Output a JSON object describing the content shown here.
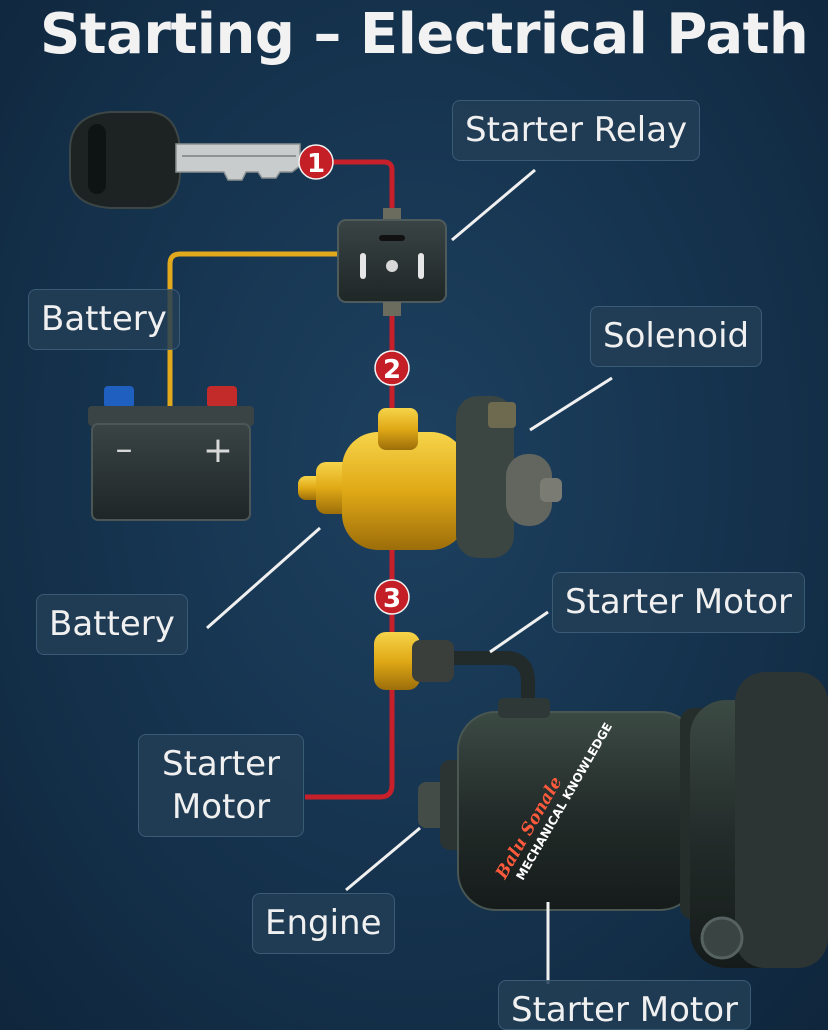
{
  "title": "Starting – Electrical Path",
  "labels": {
    "starter_relay": "Starter Relay",
    "battery_top": "Battery",
    "solenoid": "Solenoid",
    "battery_mid": "Battery",
    "starter_motor_right": "Starter Motor",
    "starter_motor_left": "Starter\nMotor",
    "engine": "Engine",
    "starter_motor_bottom": "Starter Motor"
  },
  "steps": [
    "1",
    "2",
    "3"
  ],
  "battery_terminals": {
    "negative": "–",
    "positive": "+"
  },
  "watermark": {
    "name": "Balu Sonale",
    "tagline": "MECHANICAL KNOWLEDGE"
  },
  "colors": {
    "background": "#15324d",
    "wire_red": "#c8202a",
    "wire_yellow": "#e2a91c",
    "solenoid_gold": "#e2b21c",
    "step_badge": "#c41e26"
  },
  "icons": [
    "key-icon",
    "relay-icon",
    "battery-icon",
    "solenoid-icon",
    "connector-icon",
    "starter-motor-icon"
  ]
}
